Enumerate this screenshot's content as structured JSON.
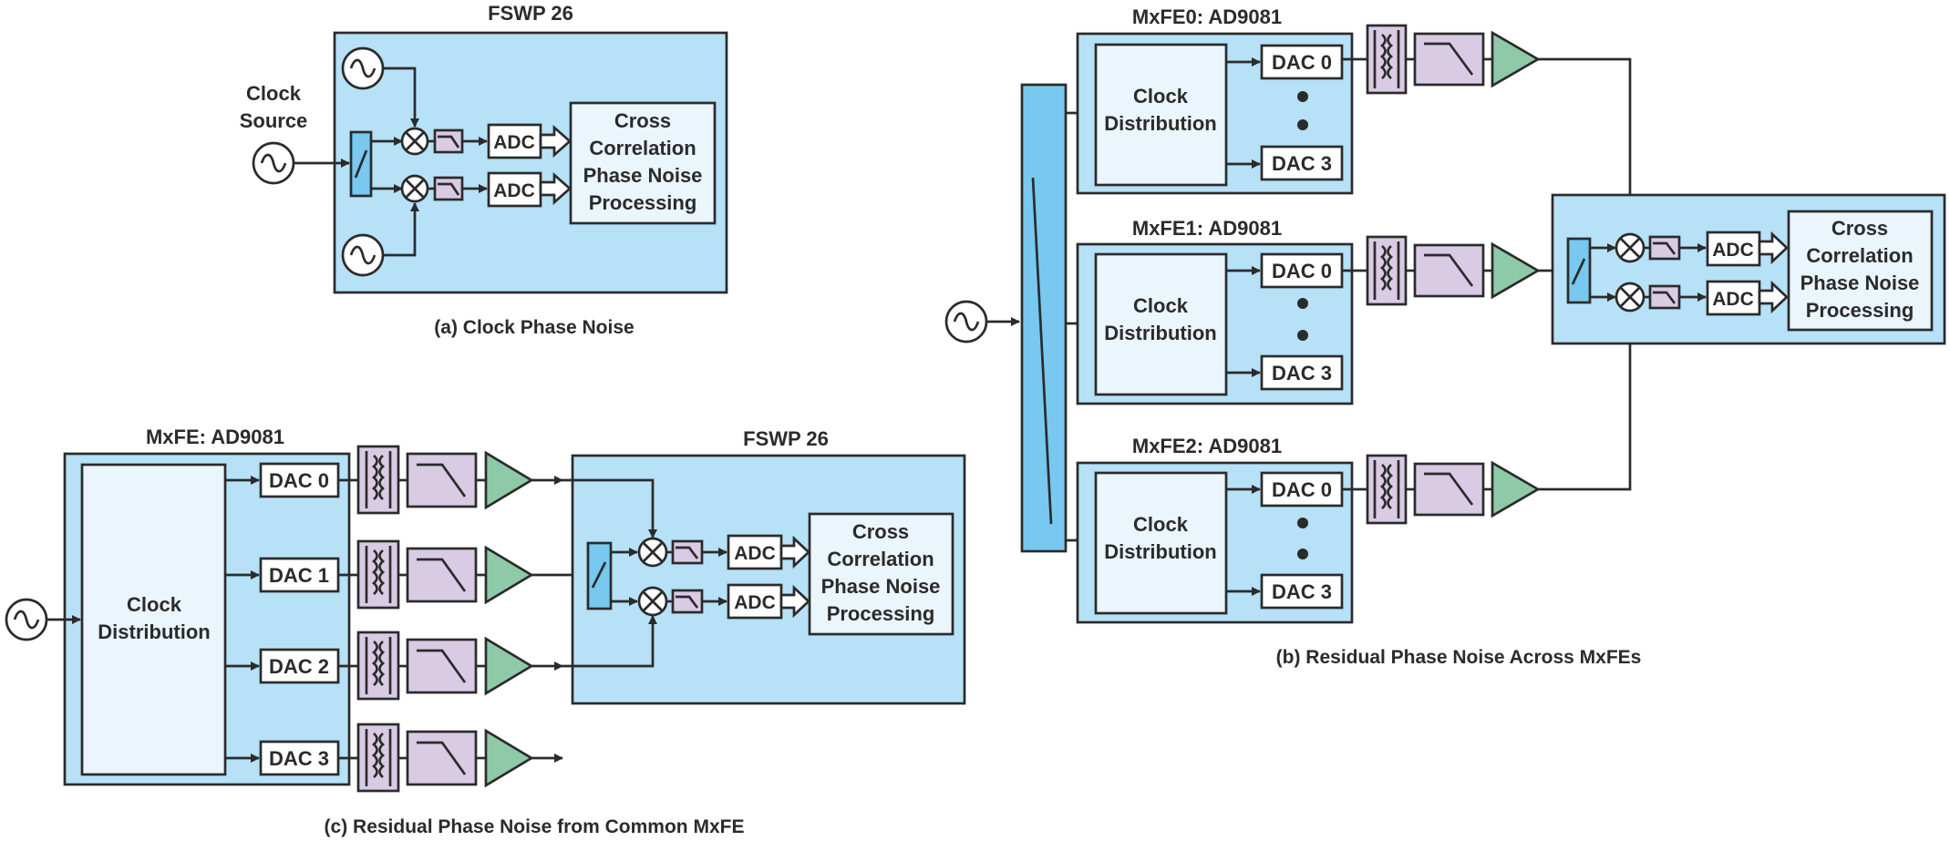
{
  "panel_a": {
    "title": "FSWP 26",
    "source_label_line1": "Clock",
    "source_label_line2": "Source",
    "adc_top": "ADC",
    "adc_bottom": "ADC",
    "proc_line1": "Cross",
    "proc_line2": "Correlation",
    "proc_line3": "Phase Noise",
    "proc_line4": "Processing",
    "caption": "(a) Clock Phase Noise"
  },
  "panel_b": {
    "mxfe0_title": "MxFE0: AD9081",
    "mxfe1_title": "MxFE1: AD9081",
    "mxfe2_title": "MxFE2: AD9081",
    "clock_line1": "Clock",
    "clock_line2": "Distribution",
    "dac0": "DAC 0",
    "dac3": "DAC 3",
    "adc_top": "ADC",
    "adc_bottom": "ADC",
    "proc_line1": "Cross",
    "proc_line2": "Correlation",
    "proc_line3": "Phase Noise",
    "proc_line4": "Processing",
    "caption": "(b) Residual Phase Noise Across MxFEs"
  },
  "panel_c": {
    "mxfe_title": "MxFE: AD9081",
    "fswp_title": "FSWP 26",
    "clock_line1": "Clock",
    "clock_line2": "Distribution",
    "dac0": "DAC 0",
    "dac1": "DAC 1",
    "dac2": "DAC 2",
    "dac3": "DAC 3",
    "adc_top": "ADC",
    "adc_bottom": "ADC",
    "proc_line1": "Cross",
    "proc_line2": "Correlation",
    "proc_line3": "Phase Noise",
    "proc_line4": "Processing",
    "caption": "(c) Residual Phase Noise from Common MxFE"
  }
}
